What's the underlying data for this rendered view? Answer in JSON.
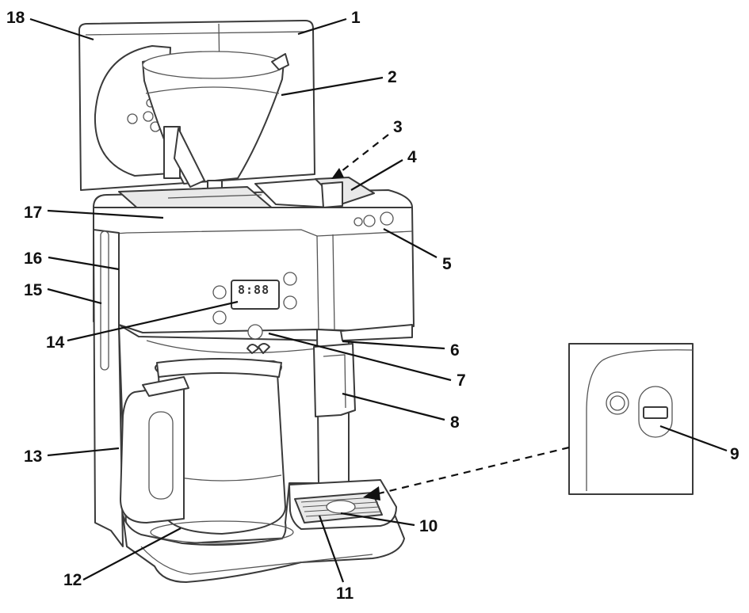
{
  "labels": {
    "l1": "1",
    "l2": "2",
    "l3": "3",
    "l4": "4",
    "l5": "5",
    "l6": "6",
    "l7": "7",
    "l8": "8",
    "l9": "9",
    "l10": "10",
    "l11": "11",
    "l12": "12",
    "l13": "13",
    "l14": "14",
    "l15": "15",
    "l16": "16",
    "l17": "17",
    "l18": "18"
  },
  "display": {
    "time": "8:88"
  },
  "colors": {
    "line": "#3a3a3a",
    "ink": "#111111",
    "fill_light": "#e9e9e9"
  }
}
